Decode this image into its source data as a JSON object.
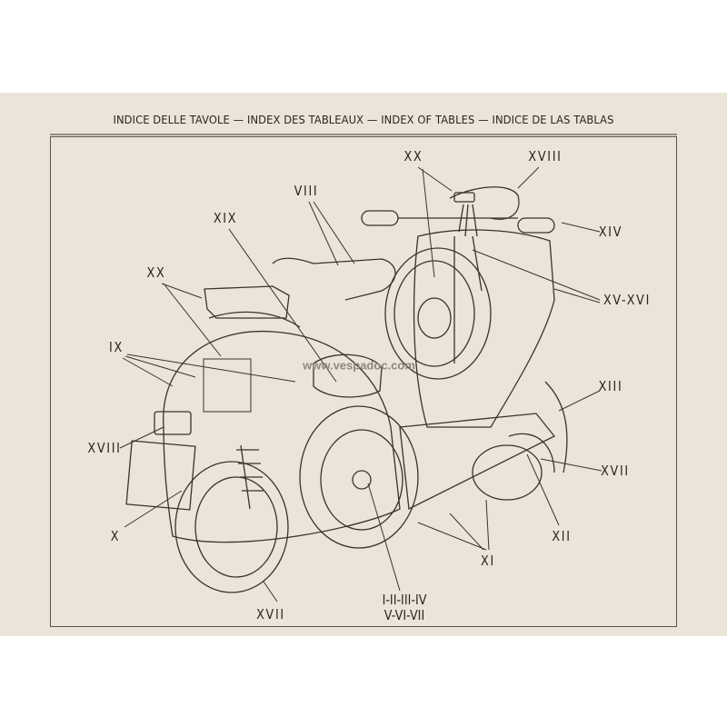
{
  "header": {
    "title": "INDICE DELLE TAVOLE  —  INDEX DES TABLEAUX  —  INDEX OF TABLES  —  INDICE DE LAS TABLAS"
  },
  "watermark": "www.vespadoc.com",
  "labels": {
    "xx_top": "XX",
    "xviii_top": "XVIII",
    "xiv": "XIV",
    "viii": "VIII",
    "xix": "XIX",
    "xx_left": "XX",
    "xv_xvi": "XV-XVI",
    "ix": "IX",
    "xiii": "XIII",
    "xviii_left": "XVIII",
    "xvii_right": "XVII",
    "xii": "XII",
    "x": "X",
    "xi": "XI",
    "xvii_bottom": "XVII",
    "engine_1": "I-II-III-IV",
    "engine_2": "V-VI-VII"
  }
}
